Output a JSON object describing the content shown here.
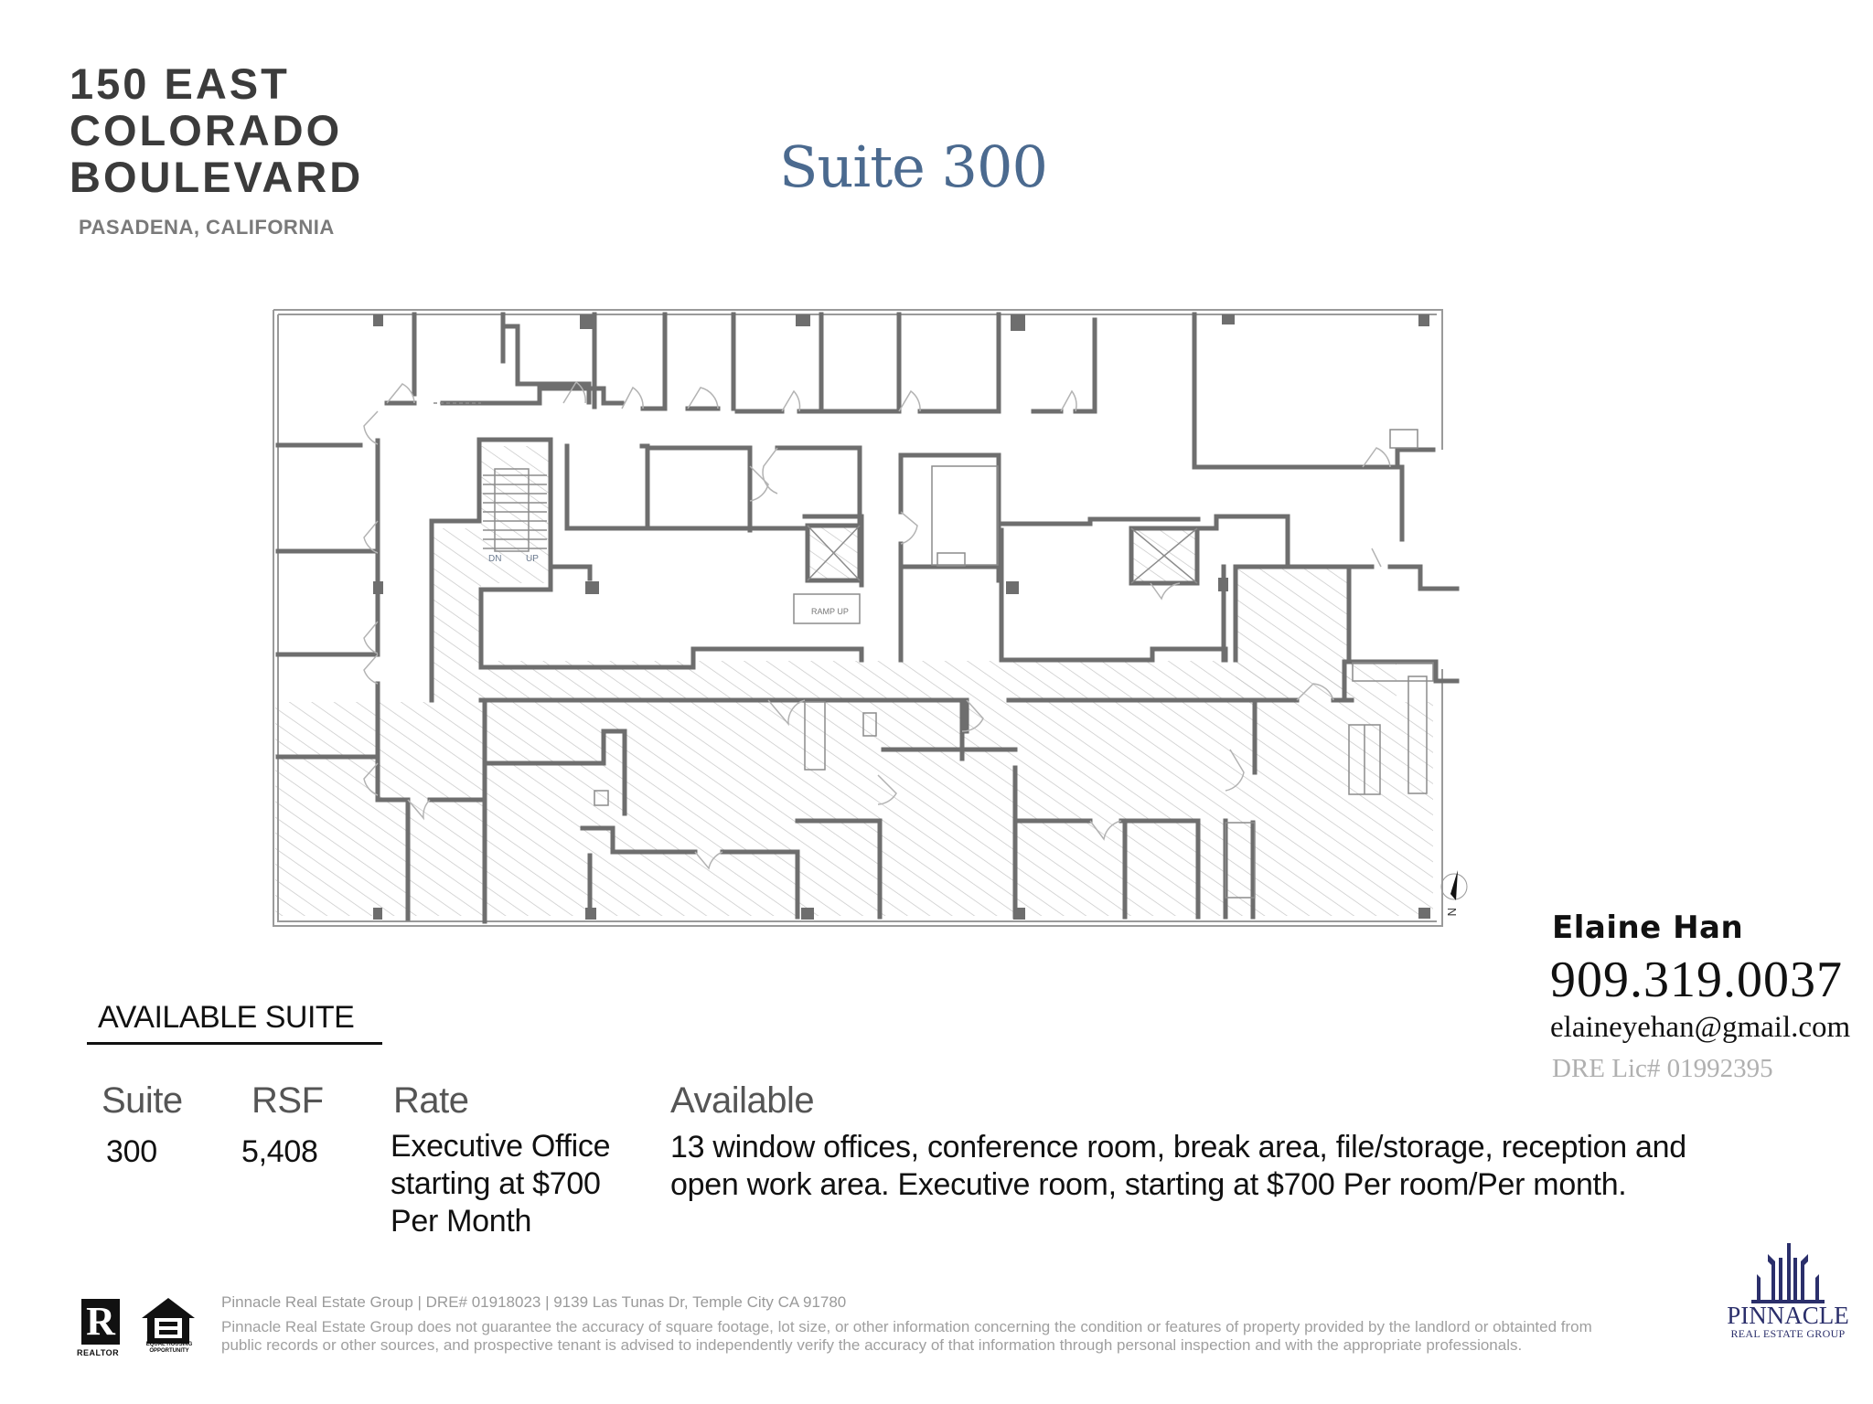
{
  "building": {
    "title_lines": [
      "150 EAST",
      "COLORADO",
      "BOULEVARD"
    ],
    "city": "PASADENA, CALIFORNIA"
  },
  "suite_title": "Suite 300",
  "floor_plan": {
    "labels": {
      "stair_down": "DN",
      "stair_up": "UP",
      "ramp": "RAMP UP",
      "north": "N"
    },
    "colors": {
      "wall": "#6e6e6e",
      "hatch": "#c9c9c9",
      "outline": "#9a9a9a"
    }
  },
  "contact": {
    "name": "Elaine Han",
    "phone": "909.319.0037",
    "email": "elaineyehan@gmail.com",
    "license": "DRE Lic# 01992395"
  },
  "available_suite": {
    "heading": "AVAILABLE SUITE",
    "columns": [
      "Suite",
      "RSF",
      "Rate",
      "Available"
    ],
    "rows": [
      {
        "suite": "300",
        "rsf": "5,408",
        "rate_lines": [
          "Executive Office",
          "starting at $700",
          "Per Month"
        ],
        "available_lines": [
          "13 window offices, conference room, break area, file/storage, reception and",
          "open work area. Executive room, starting at $700 Per room/Per month."
        ]
      }
    ]
  },
  "footer": {
    "company_line": "Pinnacle Real Estate Group  |  DRE# 01918023  |  9139 Las Tunas Dr, Temple City CA 91780",
    "disclaimer_lines": [
      "Pinnacle Real Estate Group does not guarantee the accuracy of square footage, lot size, or other information concerning the condition or features of property provided by the landlord or obtainted from",
      "public records or other sources, and prospective tenant is advised to independently verify the accuracy of that information through personal inspection and with the appropriate professionals."
    ],
    "realtor_label": "REALTOR",
    "realtor_mark": "R",
    "eho_label": "EQUAL HOUSING OPPORTUNITY"
  },
  "brand": {
    "name": "PINNACLE",
    "tagline": "REAL ESTATE GROUP",
    "color": "#2b2f6b"
  },
  "colors": {
    "title_gray": "#3b3b3b",
    "suite_blue": "#4b6a8f",
    "footer_gray": "#9a9a9a"
  }
}
